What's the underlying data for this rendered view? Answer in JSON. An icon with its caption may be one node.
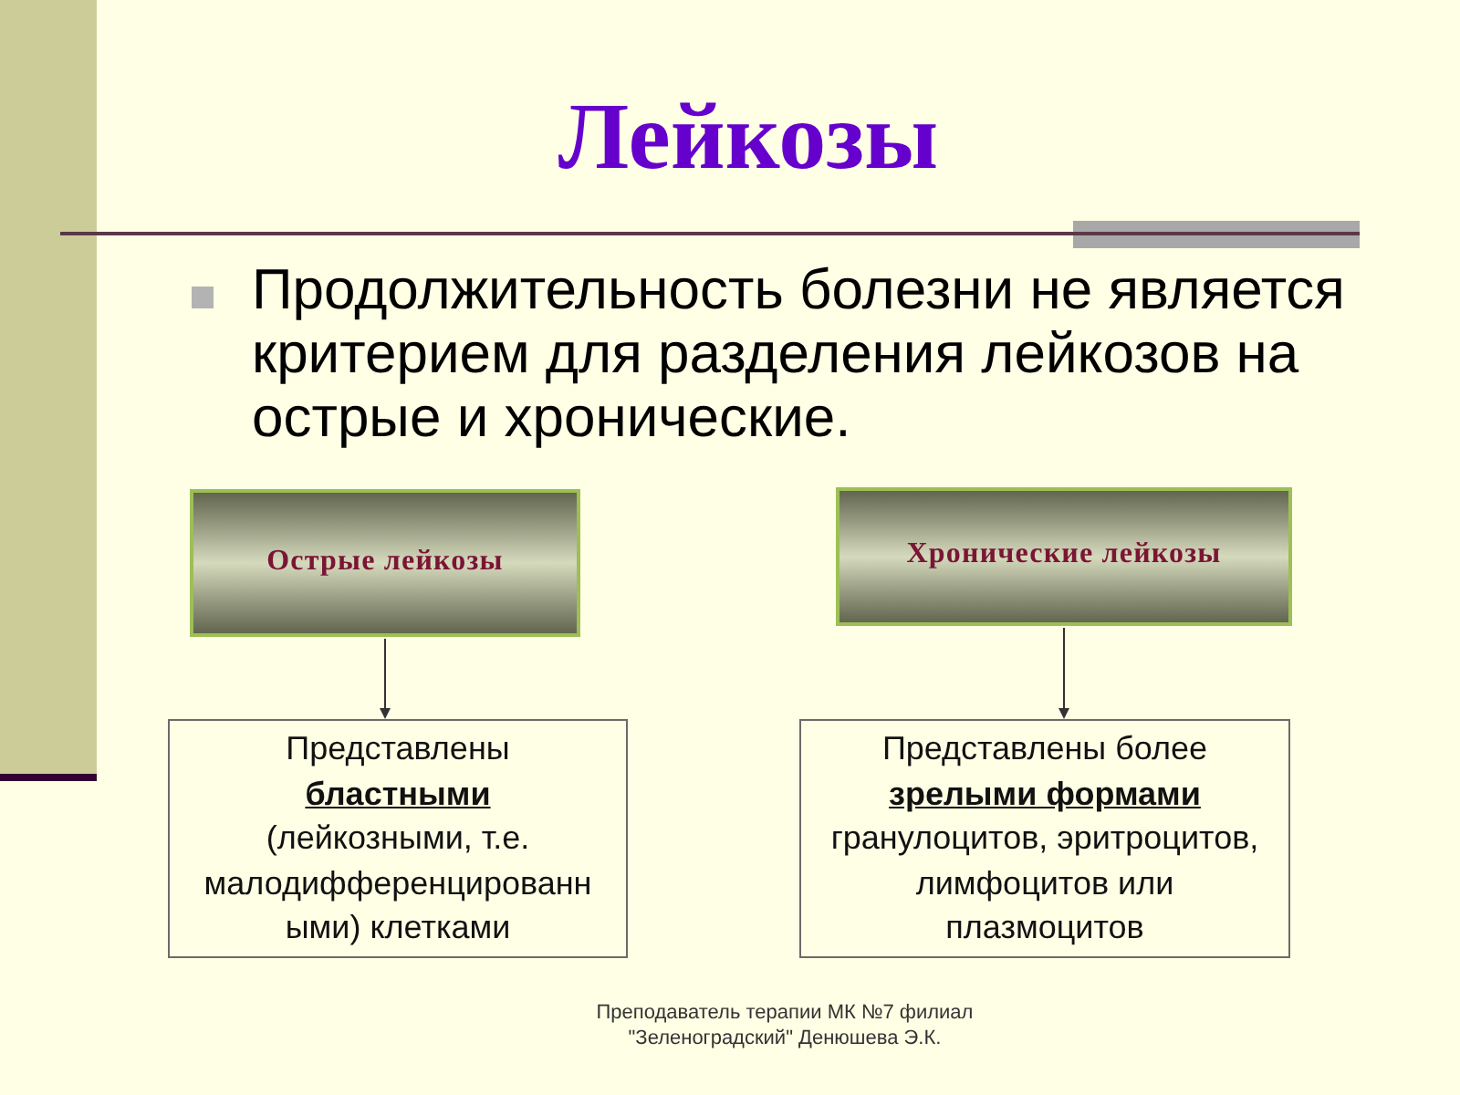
{
  "diagram": {
    "title": "Лейкозы",
    "nodes": [
      {
        "text": [
          "Острые лейкозы"
        ]
      },
      {
        "text": [
          "Хронические лейкозы"
        ]
      },
      {
        "text": [
          "Представлены **бластными** (лейкозными, т.е. малодифференцированными) клетками"
        ]
      },
      {
        "text": [
          "Представлены более **зрелыми формами** гранулоцитов, эритроцитов, лимфоцитов или плазмоцитов"
        ]
      }
    ],
    "edges": [
      {
        "from": 0,
        "to": 2,
        "arrow": "to"
      },
      {
        "from": 1,
        "to": 3,
        "arrow": "to"
      }
    ],
    "labels": [
      "Продолжительность болезни не является критерием для разделения лейкозов на острые и хронические.",
      "Преподаватель терапии МК №7 филиал \"Зеленоградский\" Денюшева Э.К."
    ]
  }
}
